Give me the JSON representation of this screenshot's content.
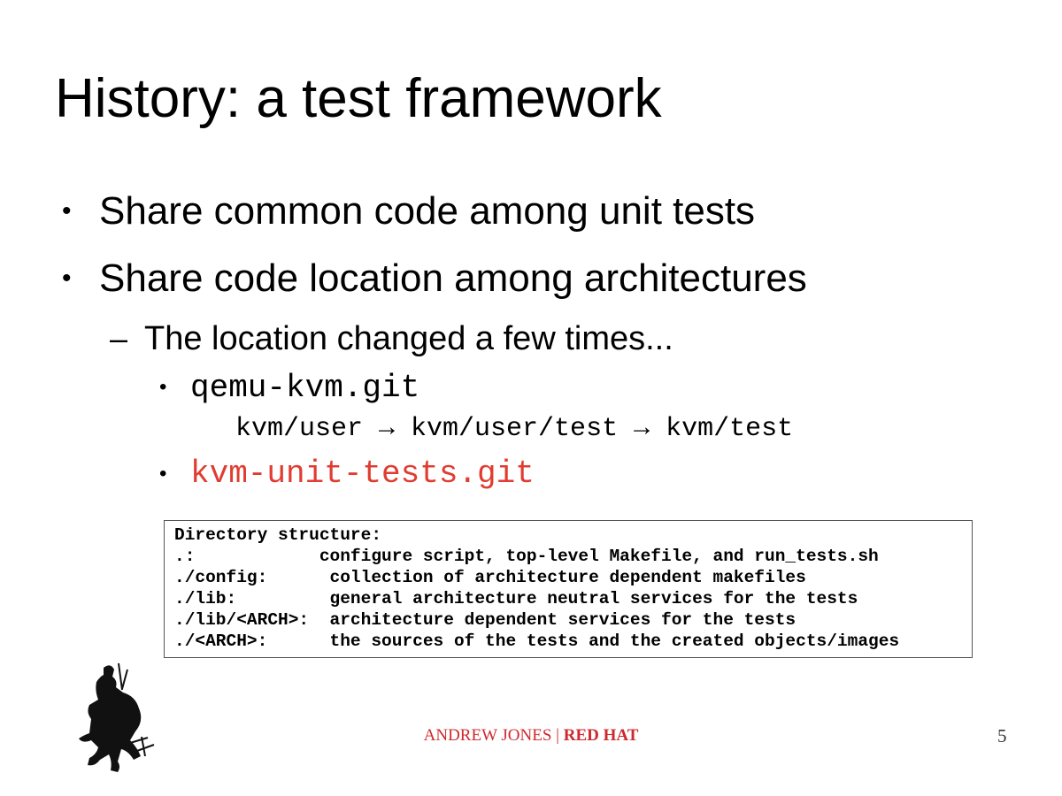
{
  "title": "History: a test framework",
  "bullets": [
    "Share common code among unit tests",
    "Share code location among architectures"
  ],
  "sub_bullet": "The location changed a few times...",
  "sub_sub_bullets": [
    {
      "text": "qemu-kvm.git",
      "detail": "kvm/user → kvm/user/test → kvm/test"
    },
    {
      "text": "kvm-unit-tests.git"
    }
  ],
  "code_block": [
    "Directory structure:",
    ".:            configure script, top-level Makefile, and run_tests.sh",
    "./config:      collection of architecture dependent makefiles",
    "./lib:         general architecture neutral services for the tests",
    "./lib/<ARCH>:  architecture dependent services for the tests",
    "./<ARCH>:      the sources of the tests and the created objects/images"
  ],
  "footer": {
    "author": "ANDREW JONES",
    "separator": " | ",
    "company": "RED HAT"
  },
  "page_number": "5",
  "colors": {
    "accent": "#d0282e",
    "highlight": "#e03c31"
  }
}
